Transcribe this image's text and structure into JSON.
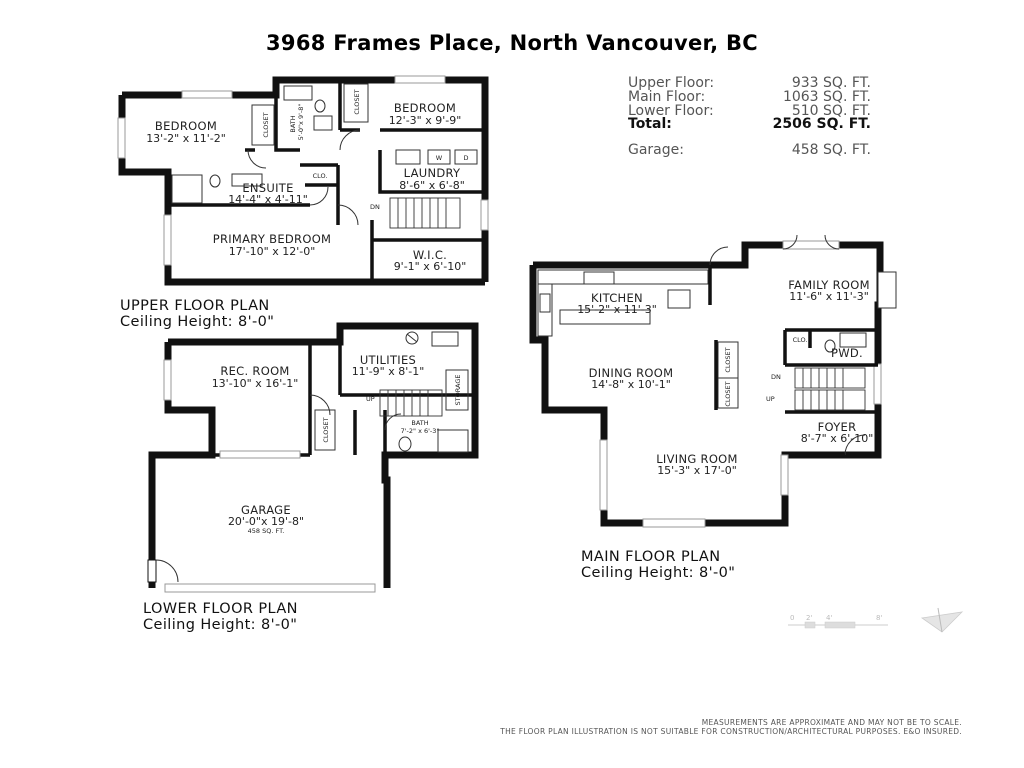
{
  "header": {
    "title": "3968 Frames Place, North Vancouver, BC"
  },
  "areas": [
    {
      "label": "Upper Floor:",
      "value": "933 SQ. FT.",
      "bold": false
    },
    {
      "label": "Main Floor:",
      "value": "1063 SQ. FT.",
      "bold": false
    },
    {
      "label": "Lower Floor:",
      "value": "510 SQ. FT.",
      "bold": false
    },
    {
      "label": "Total:",
      "value": "2506 SQ. FT.",
      "bold": true
    },
    {
      "label": "Garage:",
      "value": "458 SQ. FT.",
      "bold": false
    }
  ],
  "upper": {
    "title": "UPPER FLOOR PLAN",
    "ceiling": "Ceiling Height: 8'-0\"",
    "bedroom1": {
      "name": "BEDROOM",
      "dim": "13'-2\" x 11'-2\""
    },
    "bedroom2": {
      "name": "BEDROOM",
      "dim": "12'-3\" x 9'-9\""
    },
    "bath": {
      "name": "BATH",
      "dim": "5'-0\"x 9'-8\""
    },
    "closet": "CLOSET",
    "closet2": "CLOSET",
    "laundry": {
      "name": "LAUNDRY",
      "dim": "8'-6\" x 6'-8\""
    },
    "washer": "W",
    "dryer": "D",
    "clo": "CLO.",
    "ensuite": {
      "name": "ENSUITE",
      "dim": "14'-4\" x 4'-11\""
    },
    "primary": {
      "name": "PRIMARY BEDROOM",
      "dim": "17'-10\" x 12'-0\""
    },
    "wic": {
      "name": "W.I.C.",
      "dim": "9'-1\" x 6'-10\""
    },
    "dn": "DN"
  },
  "lower": {
    "title": "LOWER FLOOR PLAN",
    "ceiling": "Ceiling Height: 8'-0\"",
    "rec": {
      "name": "REC. ROOM",
      "dim": "13'-10\" x 16'-1\""
    },
    "utilities": {
      "name": "UTILITIES",
      "dim": "11'-9\" x 8'-1\""
    },
    "storage": "STORAGE",
    "closet": "CLOSET",
    "up": "UP",
    "bath": {
      "name": "BATH",
      "dim": "7'-2\" x 6'-3\""
    },
    "garage": {
      "name": "GARAGE",
      "dim": "20'-0\"x 19'-8\"",
      "area": "458 SQ. FT."
    }
  },
  "main": {
    "title": "MAIN FLOOR PLAN",
    "ceiling": "Ceiling Height: 8'-0\"",
    "kitchen": {
      "name": "KITCHEN",
      "dim": "15'-2\" x 11'-3\""
    },
    "family": {
      "name": "FAMILY ROOM",
      "dim": "11'-6\" x 11'-3\""
    },
    "dining": {
      "name": "DINING ROOM",
      "dim": "14'-8\" x 10'-1\""
    },
    "clo": "CLO.",
    "pwd": "PWD.",
    "closet1": "CLOSET",
    "closet2": "CLOSET",
    "dn": "DN",
    "up": "UP",
    "foyer": {
      "name": "FOYER",
      "dim": "8'-7\" x 6'-10\""
    },
    "living": {
      "name": "LIVING ROOM",
      "dim": "15'-3\" x 17'-0\""
    }
  },
  "scale": {
    "ticks": [
      "0",
      "2'",
      "4'",
      "8'"
    ]
  },
  "disclaimer": {
    "line1": "MEASUREMENTS ARE APPROXIMATE AND MAY NOT BE TO SCALE.",
    "line2": "THE FLOOR PLAN ILLUSTRATION IS NOT SUITABLE FOR CONSTRUCTION/ARCHITECTURAL PURPOSES. E&O INSURED."
  }
}
